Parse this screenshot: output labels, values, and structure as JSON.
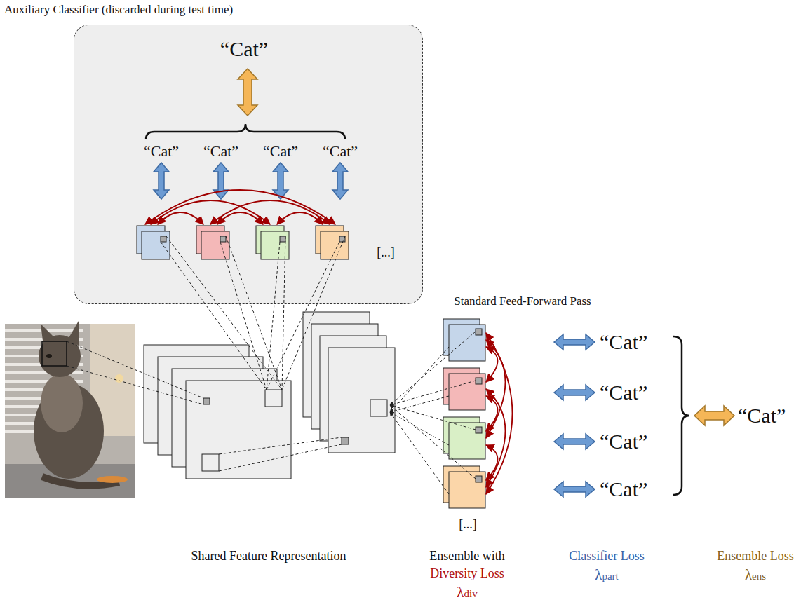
{
  "diagram": {
    "nodes": [
      {
        "text": [
          "Auxiliary Classifier (discarded during test time)"
        ]
      }
    ],
    "labels": [
      "“Cat”",
      "“Cat”",
      "“Cat”",
      "“Cat”",
      "“Cat”",
      "[...]",
      "Standard Feed-Forward Pass",
      "“Cat”",
      "“Cat”",
      "“Cat”",
      "“Cat”",
      "“Cat”",
      "[...]",
      "Shared Feature Representation",
      "Ensemble with",
      "Diversity Loss",
      "λdiv",
      "Classifier Loss",
      "λpart",
      "Ensemble Loss",
      "λens"
    ]
  }
}
